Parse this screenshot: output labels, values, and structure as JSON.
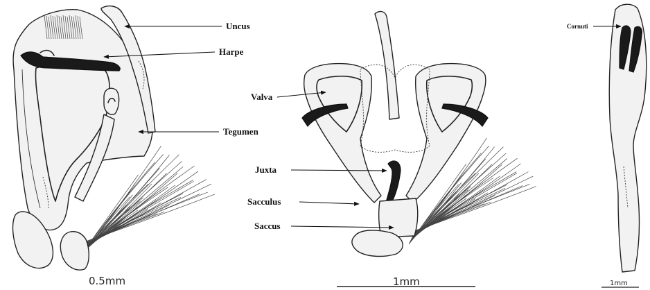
{
  "labels": {
    "uncus": "Uncus",
    "harpe": "Harpe",
    "tegumen": "Tegumen",
    "valva": "Valva",
    "juxta": "Juxta",
    "sacculus": "Sacculus",
    "saccus": "Saccus",
    "cornuti": "Cornuti"
  },
  "scale_bars": {
    "left": "0.5mm",
    "center": "1mm",
    "right": "1mm"
  },
  "colors": {
    "ink": "#222222",
    "shade": "#e6e6e6",
    "dark": "#1a1a1a",
    "background": "#ffffff"
  }
}
